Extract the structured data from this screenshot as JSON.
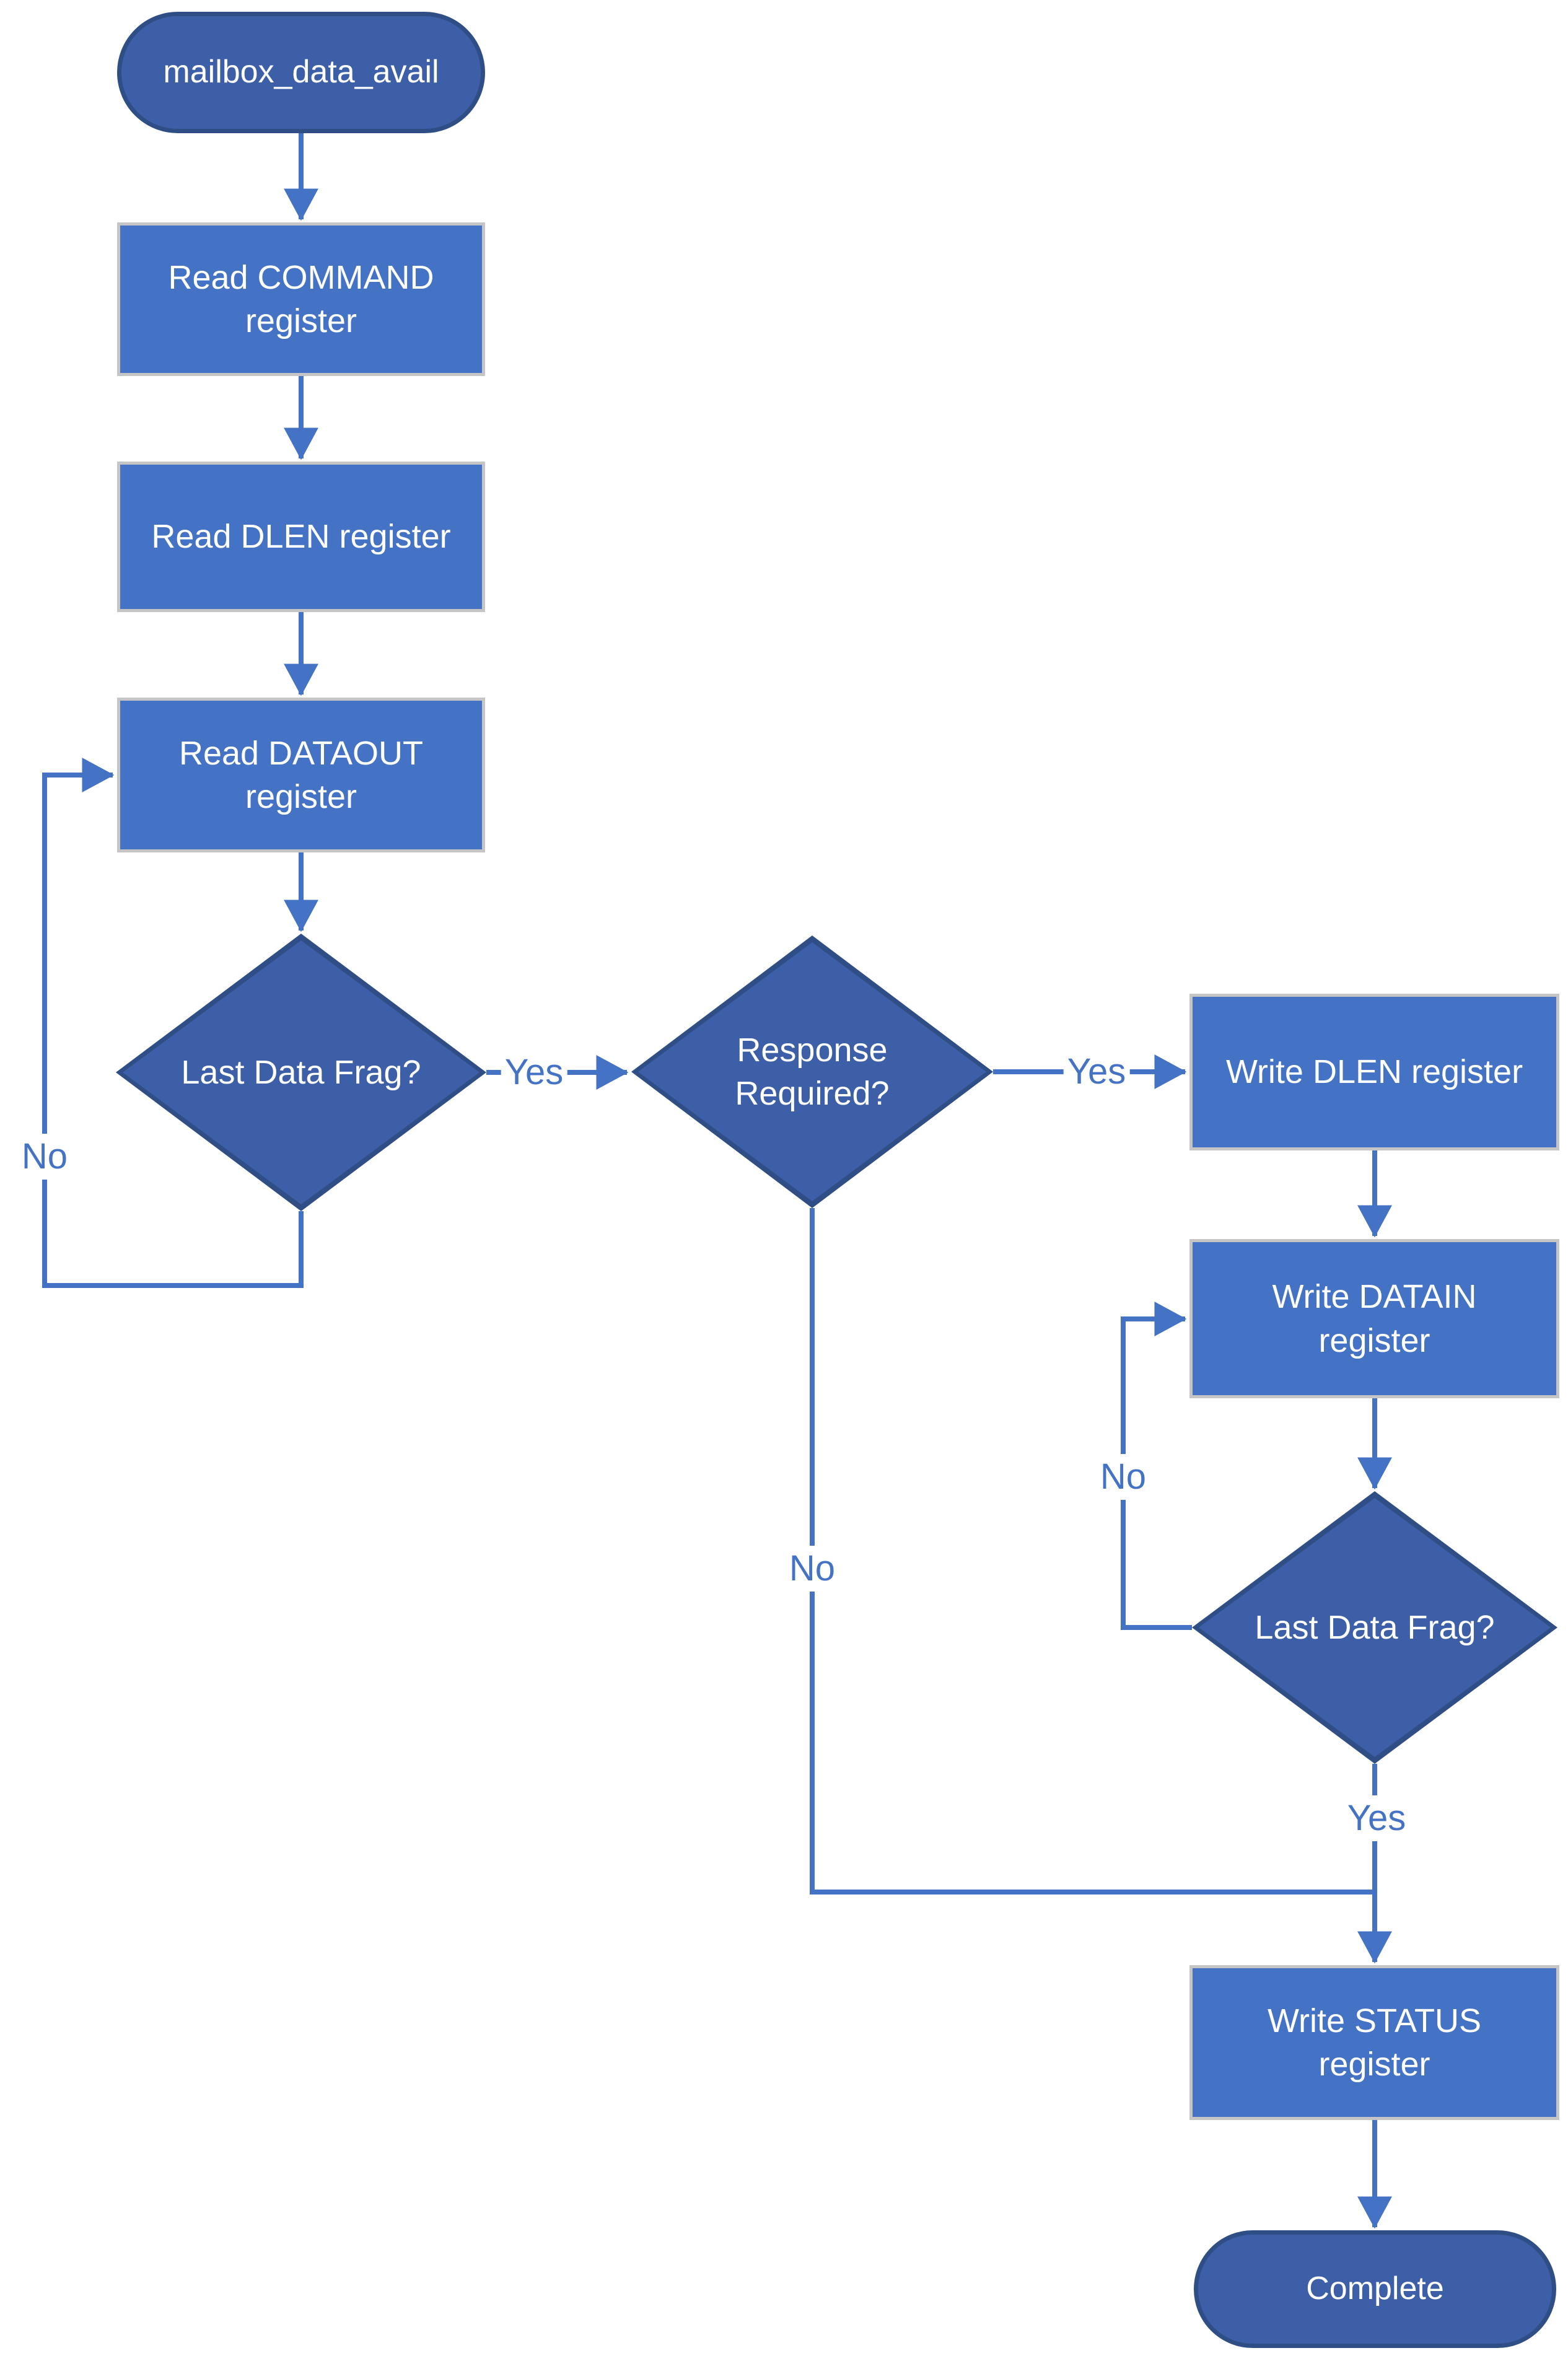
{
  "nodes": {
    "start": {
      "lines": [
        "mailbox_data_avail"
      ]
    },
    "read_command": {
      "lines": [
        "Read COMMAND",
        "register"
      ]
    },
    "read_dlen": {
      "lines": [
        "Read DLEN register"
      ]
    },
    "read_dataout": {
      "lines": [
        "Read DATAOUT",
        "register"
      ]
    },
    "last_data_frag_1": {
      "lines": [
        "Last Data Frag?"
      ]
    },
    "response_required": {
      "lines": [
        "Response",
        "Required?"
      ]
    },
    "write_dlen": {
      "lines": [
        "Write DLEN register"
      ]
    },
    "write_datain": {
      "lines": [
        "Write DATAIN",
        "register"
      ]
    },
    "last_data_frag_2": {
      "lines": [
        "Last Data Frag?"
      ]
    },
    "write_status": {
      "lines": [
        "Write STATUS",
        "register"
      ]
    },
    "complete": {
      "lines": [
        "Complete"
      ]
    }
  },
  "edge_labels": {
    "yes1": "Yes",
    "yes2": "Yes",
    "yes3": "Yes",
    "no1": "No",
    "no2": "No",
    "no3": "No"
  },
  "colors": {
    "process_fill": "#4472C4",
    "process_border": "#C5C5C5",
    "decision_fill": "#3D5FA8",
    "decision_border": "#2F4E85",
    "terminator_fill": "#3D5FA8",
    "terminator_border": "#2F4E85",
    "connector": "#4472C4",
    "edge_label_text": "#4472C4",
    "node_text": "#FFFFFF",
    "background": "#FFFFFF"
  }
}
